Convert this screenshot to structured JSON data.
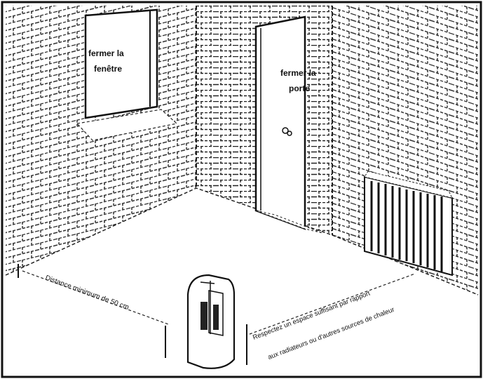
{
  "labels": {
    "window": [
      "fermer la",
      "fenêtre"
    ],
    "door": [
      "fermer la",
      "porte"
    ],
    "distance": "Distance minimum de 50 cm",
    "heat": [
      "Respectez un espace suffisant par rapport",
      "aux radiateurs ou d'autres sources de chaleur"
    ]
  },
  "icons": {
    "door_handle": "door-knob-icon",
    "radiator": "radiator-icon",
    "appliance": "dehumidifier-icon"
  }
}
